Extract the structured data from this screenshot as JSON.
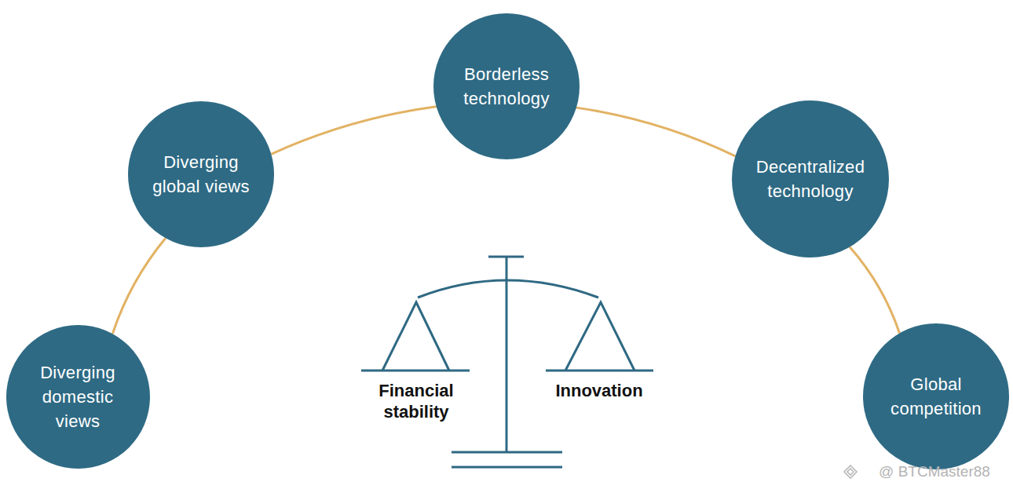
{
  "diagram": {
    "nodes": [
      {
        "text": [
          "Diverging domestic views"
        ]
      },
      {
        "text": [
          "Diverging global views"
        ]
      },
      {
        "text": [
          "Borderless technology"
        ]
      },
      {
        "text": [
          "Decentralized technology"
        ]
      },
      {
        "text": [
          "Global competition"
        ]
      }
    ],
    "edges": [
      {
        "from": 0,
        "to": 1,
        "arrow": "none"
      },
      {
        "from": 1,
        "to": 2,
        "arrow": "none"
      },
      {
        "from": 2,
        "to": 3,
        "arrow": "none"
      },
      {
        "from": 3,
        "to": 4,
        "arrow": "none"
      }
    ],
    "labels": [
      "Financial stability",
      "Innovation",
      "@ BTCMaster88"
    ]
  }
}
